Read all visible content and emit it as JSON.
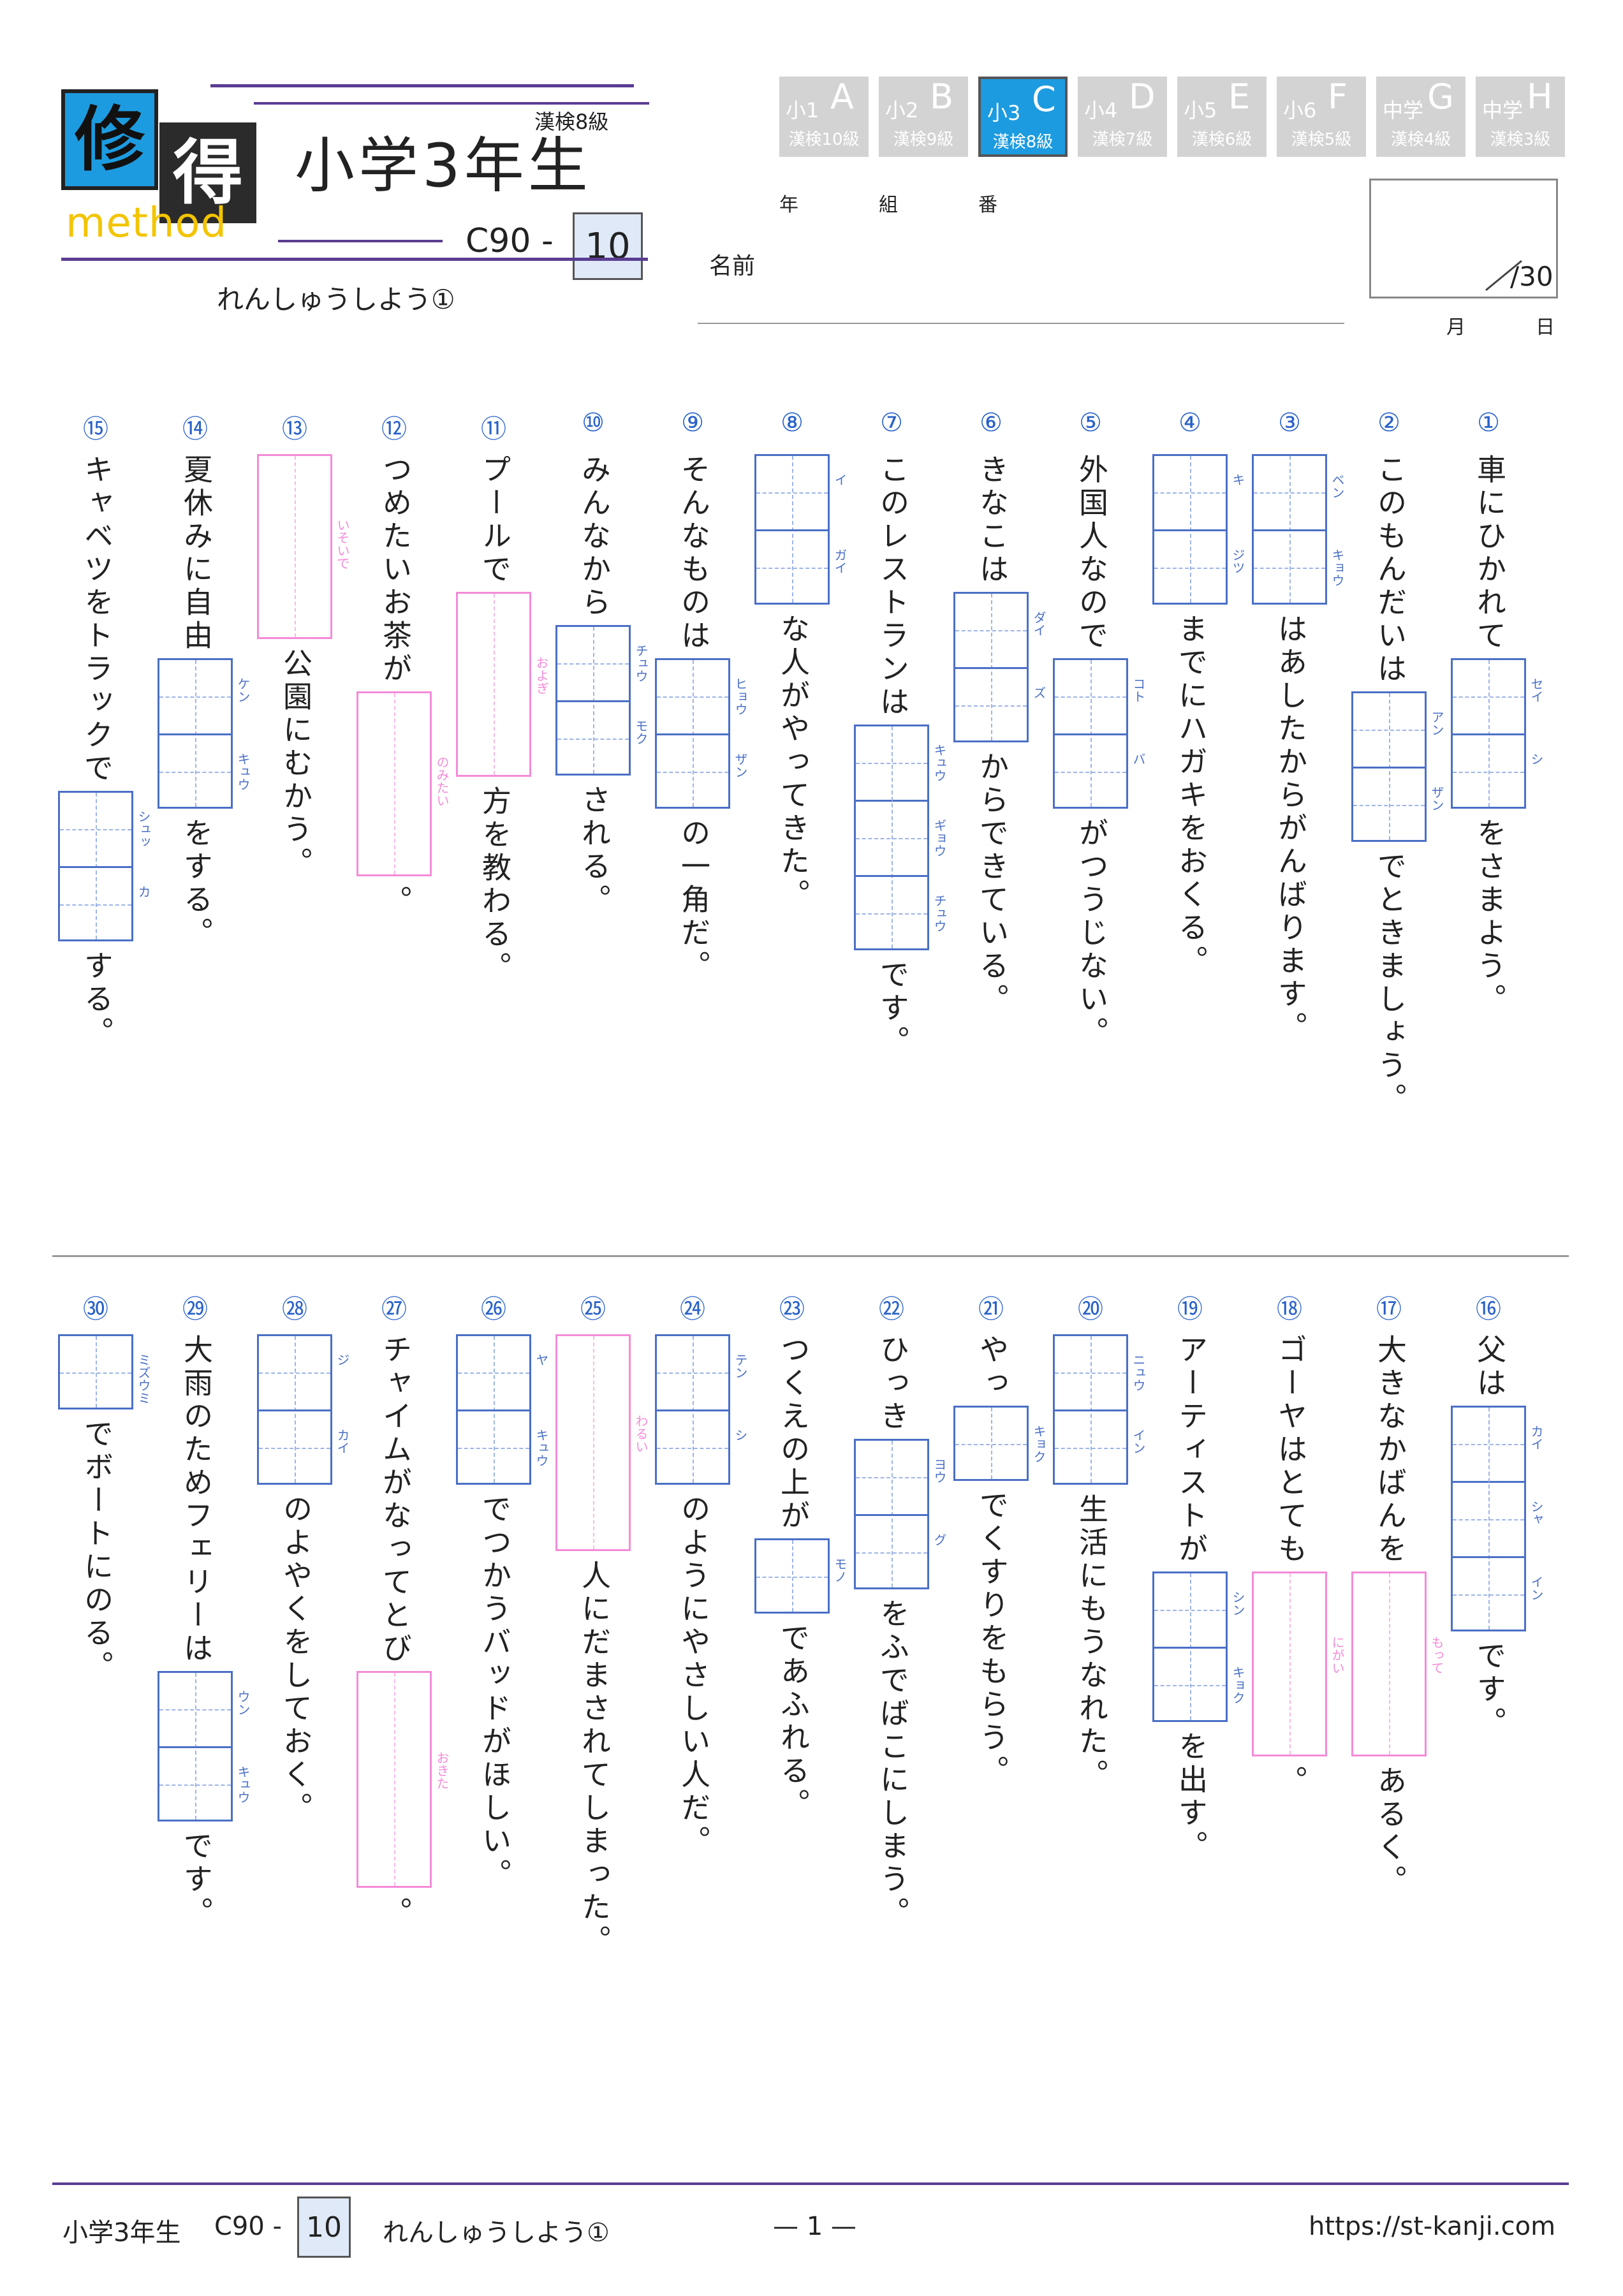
{
  "logo": {
    "char1": "修",
    "char2": "得",
    "method": "method"
  },
  "header": {
    "grade_tag": "漢検8級",
    "title": "小学3年生",
    "code": "C90 -",
    "number": "10",
    "subtitle": "れんしゅうしよう①"
  },
  "levels": [
    {
      "grade": "小1",
      "letter": "A",
      "kanken": "漢検10級",
      "active": false
    },
    {
      "grade": "小2",
      "letter": "B",
      "kanken": "漢検9級",
      "active": false
    },
    {
      "grade": "小3",
      "letter": "C",
      "kanken": "漢検8級",
      "active": true
    },
    {
      "grade": "小4",
      "letter": "D",
      "kanken": "漢検7級",
      "active": false
    },
    {
      "grade": "小5",
      "letter": "E",
      "kanken": "漢検6級",
      "active": false
    },
    {
      "grade": "小6",
      "letter": "F",
      "kanken": "漢検5級",
      "active": false
    },
    {
      "grade": "中学",
      "letter": "G",
      "kanken": "漢検4級",
      "active": false
    },
    {
      "grade": "中学",
      "letter": "H",
      "kanken": "漢検3級",
      "active": false
    }
  ],
  "student": {
    "year": "年",
    "class": "組",
    "number": "番",
    "name": "名前",
    "score": "/30",
    "month": "月",
    "day": "日"
  },
  "questions": [
    {
      "num": "①",
      "parts": [
        {
          "t": "車にひかれて"
        },
        {
          "box": 2,
          "ruby": [
            "セイ",
            "シ"
          ]
        },
        {
          "t": "をさまよう。"
        }
      ]
    },
    {
      "num": "②",
      "parts": [
        {
          "t": "このもんだいは"
        },
        {
          "box": 2,
          "ruby": [
            "アン",
            "ザン"
          ]
        },
        {
          "t": "でときましょう。"
        }
      ]
    },
    {
      "num": "③",
      "parts": [
        {
          "box": 2,
          "ruby": [
            "ベン",
            "キョウ"
          ]
        },
        {
          "t": "はあしたからがんばります。"
        }
      ]
    },
    {
      "num": "④",
      "parts": [
        {
          "box": 2,
          "ruby": [
            "キ",
            "ジツ"
          ]
        },
        {
          "t": "までにハガキをおくる。"
        }
      ]
    },
    {
      "num": "⑤",
      "parts": [
        {
          "t": "外国人なので"
        },
        {
          "box": 2,
          "ruby": [
            "コト",
            "バ"
          ]
        },
        {
          "t": "がつうじない。"
        }
      ]
    },
    {
      "num": "⑥",
      "parts": [
        {
          "t": "きなこは"
        },
        {
          "box": 2,
          "ruby": [
            "ダイ",
            "ズ"
          ]
        },
        {
          "t": "からできている。"
        }
      ]
    },
    {
      "num": "⑦",
      "parts": [
        {
          "t": "このレストランは"
        },
        {
          "box": 3,
          "ruby": [
            "キュウ",
            "ギョウ",
            "チュウ"
          ]
        },
        {
          "t": "です。"
        }
      ]
    },
    {
      "num": "⑧",
      "parts": [
        {
          "box": 2,
          "ruby": [
            "イ",
            "ガイ"
          ]
        },
        {
          "t": "な人がやってきた。"
        }
      ]
    },
    {
      "num": "⑨",
      "parts": [
        {
          "t": "そんなものは"
        },
        {
          "box": 2,
          "ruby": [
            "ヒョウ",
            "ザン"
          ]
        },
        {
          "t": "の一角だ。"
        }
      ]
    },
    {
      "num": "⑩",
      "parts": [
        {
          "t": "みんなから"
        },
        {
          "box": 2,
          "ruby": [
            "チュウ",
            "モク"
          ]
        },
        {
          "t": "される。"
        }
      ]
    },
    {
      "num": "⑪",
      "parts": [
        {
          "t": "プールで"
        },
        {
          "pink": 1,
          "len": 290,
          "ruby": [
            "およぎ"
          ]
        },
        {
          "t": "方を教わる。"
        }
      ]
    },
    {
      "num": "⑫",
      "parts": [
        {
          "t": "つめたいお茶が"
        },
        {
          "pink": 1,
          "len": 290,
          "ruby": [
            "のみたい"
          ]
        },
        {
          "t": "。"
        }
      ]
    },
    {
      "num": "⑬",
      "parts": [
        {
          "pink": 1,
          "len": 290,
          "ruby": [
            "いそいで"
          ]
        },
        {
          "t": "公園にむかう。"
        }
      ]
    },
    {
      "num": "⑭",
      "parts": [
        {
          "t": "夏休みに自由"
        },
        {
          "box": 2,
          "ruby": [
            "ケン",
            "キュウ"
          ]
        },
        {
          "t": "をする。"
        }
      ]
    },
    {
      "num": "⑮",
      "parts": [
        {
          "t": "キャベツをトラックで"
        },
        {
          "box": 2,
          "ruby": [
            "シュッ",
            "カ"
          ]
        },
        {
          "t": "する。"
        }
      ]
    },
    {
      "num": "⑯",
      "parts": [
        {
          "t": "父は"
        },
        {
          "box": 3,
          "ruby": [
            "カイ",
            "シャ",
            "イン"
          ]
        },
        {
          "t": "です。"
        }
      ]
    },
    {
      "num": "⑰",
      "parts": [
        {
          "t": "大きなかばんを"
        },
        {
          "pink": 1,
          "len": 290,
          "ruby": [
            "もって"
          ]
        },
        {
          "t": "あるく。"
        }
      ]
    },
    {
      "num": "⑱",
      "parts": [
        {
          "t": "ゴーヤはとても"
        },
        {
          "pink": 1,
          "len": 290,
          "ruby": [
            "にがい"
          ]
        },
        {
          "t": "。"
        }
      ]
    },
    {
      "num": "⑲",
      "parts": [
        {
          "t": "アーティストが"
        },
        {
          "box": 2,
          "ruby": [
            "シン",
            "キョク"
          ]
        },
        {
          "t": "を出す。"
        }
      ]
    },
    {
      "num": "⑳",
      "parts": [
        {
          "box": 2,
          "ruby": [
            "ニュウ",
            "イン"
          ]
        },
        {
          "t": "生活にもうなれた。"
        }
      ]
    },
    {
      "num": "㉑",
      "parts": [
        {
          "t": "やっ"
        },
        {
          "box": 1,
          "ruby": [
            "キョク"
          ]
        },
        {
          "t": "でくすりをもらう。"
        }
      ]
    },
    {
      "num": "㉒",
      "parts": [
        {
          "t": "ひっき"
        },
        {
          "box": 2,
          "ruby": [
            "ヨウ",
            "グ"
          ]
        },
        {
          "t": "をふでばこにしまう。"
        }
      ]
    },
    {
      "num": "㉓",
      "parts": [
        {
          "t": "つくえの上が"
        },
        {
          "box": 1,
          "ruby": [
            "モノ"
          ]
        },
        {
          "t": "であふれる。"
        }
      ]
    },
    {
      "num": "㉔",
      "parts": [
        {
          "box": 2,
          "ruby": [
            "テン",
            "シ"
          ]
        },
        {
          "t": "のようにやさしい人だ。"
        }
      ]
    },
    {
      "num": "㉕",
      "parts": [
        {
          "pink": 1,
          "len": 340,
          "ruby": [
            "わるい"
          ]
        },
        {
          "t": "人にだまされてしまった。"
        }
      ]
    },
    {
      "num": "㉖",
      "parts": [
        {
          "box": 2,
          "ruby": [
            "ヤ",
            "キュウ"
          ]
        },
        {
          "t": "でつかうバッドがほしい。"
        }
      ]
    },
    {
      "num": "㉗",
      "parts": [
        {
          "t": "チャイムがなってとび"
        },
        {
          "pink": 1,
          "len": 340,
          "ruby": [
            "おきた"
          ]
        },
        {
          "t": "。"
        }
      ]
    },
    {
      "num": "㉘",
      "parts": [
        {
          "box": 2,
          "ruby": [
            "ジ",
            "カイ"
          ]
        },
        {
          "t": "のよやくをしておく。"
        }
      ]
    },
    {
      "num": "㉙",
      "parts": [
        {
          "t": "大雨のためフェリーは"
        },
        {
          "box": 2,
          "ruby": [
            "ウン",
            "キュウ"
          ]
        },
        {
          "t": "です。"
        }
      ]
    },
    {
      "num": "㉚",
      "parts": [
        {
          "box": 1,
          "ruby": [
            "ミズウミ"
          ]
        },
        {
          "t": "でボートにのる。"
        }
      ]
    }
  ],
  "footer": {
    "grade": "小学3年生",
    "code": "C90 -",
    "number": "10",
    "subtitle": "れんしゅうしよう①",
    "page": "— 1 —",
    "url": "https://st-kanji.com"
  }
}
